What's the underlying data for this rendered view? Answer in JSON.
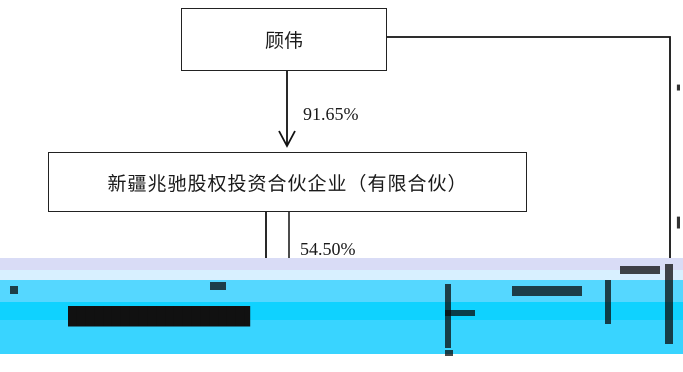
{
  "nodes": {
    "person": {
      "label": "顾伟"
    },
    "partnership": {
      "label": "新疆兆驰股权投资合伙企业（有限合伙）"
    }
  },
  "edges": [
    {
      "from": "person",
      "to": "partnership",
      "label": "91.65%"
    },
    {
      "from": "partnership",
      "to": "below",
      "label": "54.50%"
    }
  ]
}
